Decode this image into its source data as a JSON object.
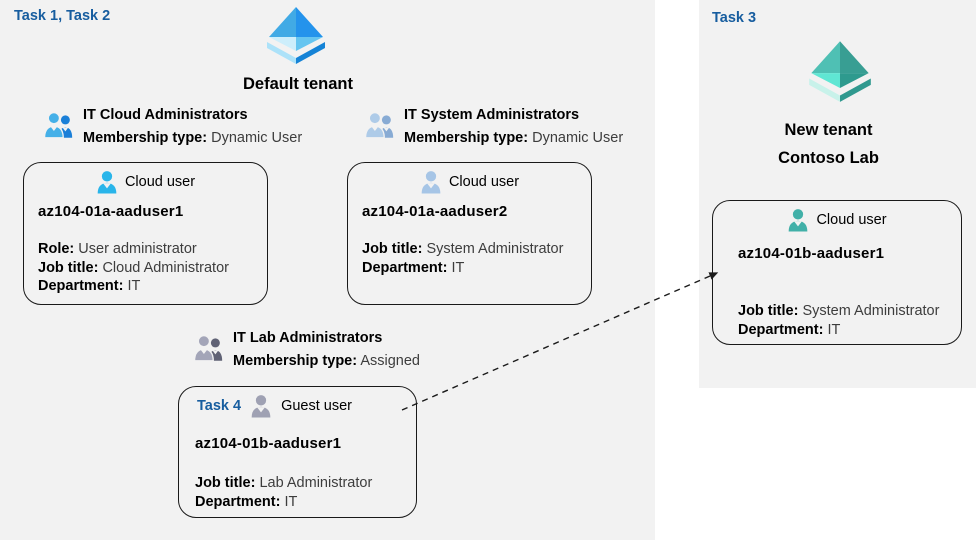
{
  "colors": {
    "task-label": "#175d9f",
    "panel-bg": "#f2f2f2",
    "value-text": "#3d3d3d",
    "card-border": "#1a1a1a",
    "arrow": "#1a1a1a",
    "ad-ul": "#41aae5",
    "ad-ur": "#2493ec",
    "ad-ll": "#cdeefb",
    "ad-lr": "#66c5f0",
    "ad-rim-l": "#ace2f9",
    "ad-rim-r": "#1583d6",
    "teal-ul": "#4fc0b4",
    "teal-ur": "#389e93",
    "teal-ll": "#5fe6d3",
    "teal-lr": "#2e9a8e",
    "teal-rim-l": "#c8f2ea",
    "teal-rim-r": "#30998f",
    "user-cyan": "#29b5ea",
    "user-steel": "#a6c5e6",
    "user-gray": "#9fa1b3",
    "user-teal": "#41b0a8",
    "group1-front": "#45b0e8",
    "group1-back": "#1a7fd8",
    "group2-front": "#aecbe8",
    "group2-back": "#88abd4",
    "group3-front": "#a3a5b8",
    "group3-back": "#606275"
  },
  "left_panel": {
    "task_label": "Task 1, Task 2",
    "tenant_title": "Default tenant",
    "groups": [
      {
        "name": "IT Cloud Administrators",
        "membership_label": "Membership type:",
        "membership_value": "Dynamic User"
      },
      {
        "name": "IT System Administrators",
        "membership_label": "Membership type:",
        "membership_value": "Dynamic User"
      },
      {
        "name": "IT Lab Administrators",
        "membership_label": "Membership type:",
        "membership_value": "Assigned"
      }
    ],
    "users": [
      {
        "type_label": "Cloud user",
        "name": "az104-01a-aaduser1",
        "attributes": [
          {
            "label": "Role:",
            "value": "User administrator"
          },
          {
            "label": "Job title:",
            "value": "Cloud Administrator"
          },
          {
            "label": "Department:",
            "value": "IT"
          }
        ]
      },
      {
        "type_label": "Cloud user",
        "name": "az104-01a-aaduser2",
        "attributes": [
          {
            "label": "Job title:",
            "value": "System Administrator"
          },
          {
            "label": "Department:",
            "value": "IT"
          }
        ]
      },
      {
        "task_label": "Task 4",
        "type_label": "Guest user",
        "name": "az104-01b-aaduser1",
        "attributes": [
          {
            "label": "Job title:",
            "value": "Lab Administrator"
          },
          {
            "label": "Department:",
            "value": "IT"
          }
        ]
      }
    ]
  },
  "right_panel": {
    "task_label": "Task 3",
    "tenant_title_line1": "New tenant",
    "tenant_title_line2": "Contoso Lab",
    "user": {
      "type_label": "Cloud user",
      "name": "az104-01b-aaduser1",
      "attributes": [
        {
          "label": "Job title:",
          "value": "System Administrator"
        },
        {
          "label": "Department:",
          "value": "IT"
        }
      ]
    }
  }
}
